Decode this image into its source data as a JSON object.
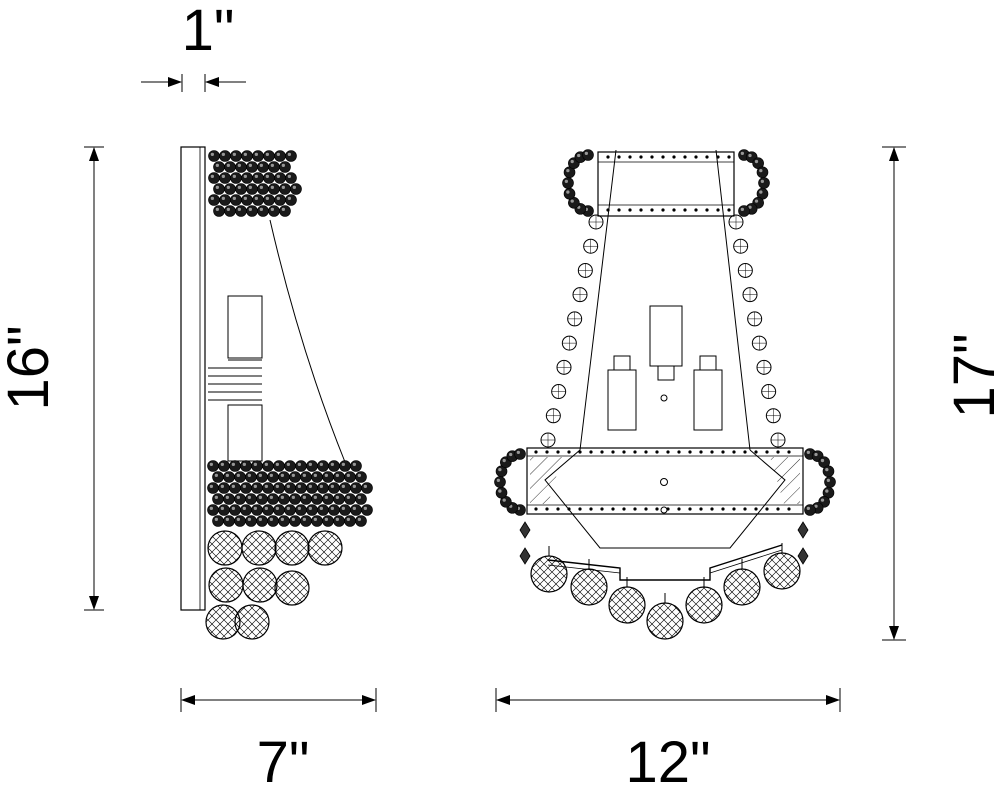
{
  "dimensions": {
    "depth_top": "1\"",
    "height_side": "16\"",
    "depth_bottom": "7\"",
    "width_front": "12\"",
    "height_front": "17\""
  },
  "colors": {
    "line": "#000000",
    "background": "#ffffff"
  }
}
